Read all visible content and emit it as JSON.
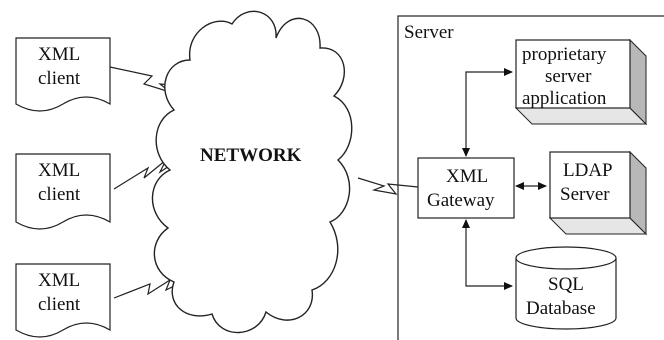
{
  "clients": [
    {
      "line1": "XML",
      "line2": "client"
    },
    {
      "line1": "XML",
      "line2": "client"
    },
    {
      "line1": "XML",
      "line2": "client"
    }
  ],
  "network_label": "NETWORK",
  "server": {
    "title": "Server",
    "gateway": {
      "line1": "XML",
      "line2": "Gateway"
    },
    "proprietary": {
      "line1": "proprietary",
      "line2": "server",
      "line3": "application"
    },
    "ldap": {
      "line1": "LDAP",
      "line2": "Server"
    },
    "sql": {
      "line1": "SQL",
      "line2": "Database"
    }
  }
}
